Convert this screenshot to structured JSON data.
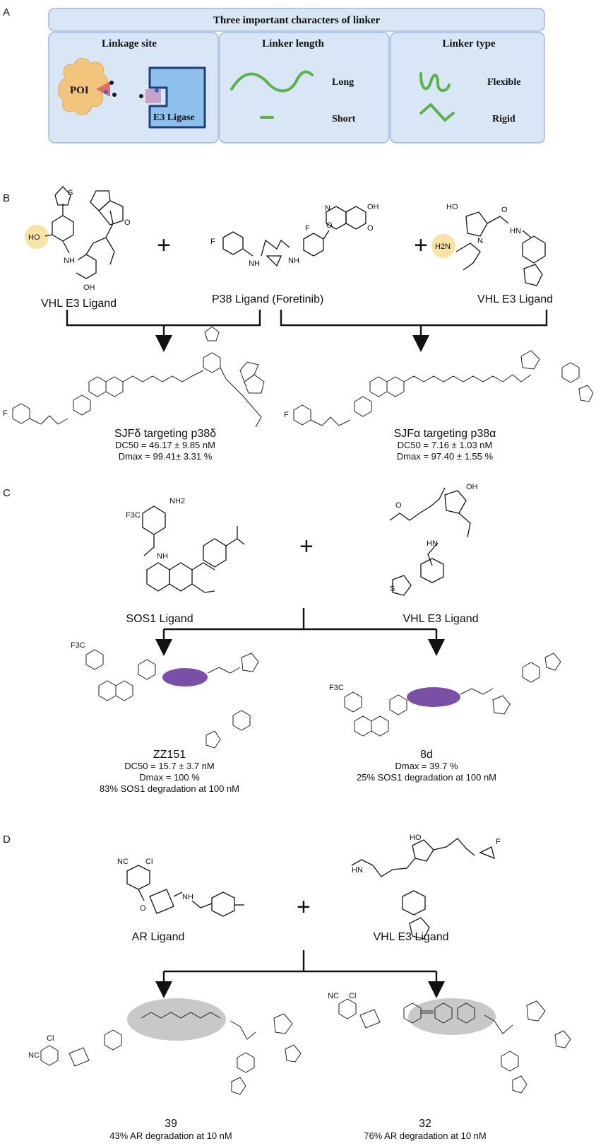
{
  "panels": {
    "A": {
      "letter": "A",
      "title": "Three important characters of linker",
      "columns": [
        {
          "heading": "Linkage site",
          "poi": "POI",
          "e3": "E3 Ligase"
        },
        {
          "heading": "Linker length",
          "items": [
            "Long",
            "Short"
          ]
        },
        {
          "heading": "Linker type",
          "items": [
            "Flexible",
            "Rigid"
          ]
        }
      ],
      "colors": {
        "box_fill": "#d8e6f6",
        "box_stroke": "#9fb8dd",
        "linker": "#5cb24a",
        "e3_fill": "#8ec2ec",
        "e3_stroke": "#1f3d7a",
        "poi_fill": "#f2c57c"
      }
    },
    "B": {
      "letter": "B",
      "labels": {
        "left": "VHL E3 Ligand",
        "middle": "P38 Ligand (Foretinib)",
        "right": "VHL E3 Ligand"
      },
      "atoms": {
        "ho": "HO",
        "h2n": "H2N",
        "nh": "NH",
        "f": "F",
        "n": "N",
        "o": "O",
        "oh": "OH",
        "s": "S",
        "hn": "HN"
      },
      "products": [
        {
          "name": "SJFδ targeting p38δ",
          "dc50": "DC50 = 46.17 ± 9.85 nM",
          "dmax": "Dmax = 99.41± 3.31 %"
        },
        {
          "name": "SJFα targeting p38α",
          "dc50": "DC50 = 7.16 ± 1.03 nM",
          "dmax": "Dmax = 97.40 ± 1.55 %"
        }
      ]
    },
    "C": {
      "letter": "C",
      "labels": {
        "left": "SOS1 Ligand",
        "right": "VHL E3 Ligand"
      },
      "atoms": {
        "f3c": "F3C",
        "nh2": "NH2"
      },
      "products": [
        {
          "name": "ZZ151",
          "lines": [
            "DC50 = 15.7 ± 3.7 nM",
            "Dmax = 100 %",
            "83% SOS1 degradation at 100 nM"
          ]
        },
        {
          "name": "8d",
          "lines": [
            "Dmax = 39.7 %",
            "25% SOS1 degradation at 100 nM"
          ]
        }
      ],
      "colors": {
        "linker_highlight": "#7a4fa8"
      }
    },
    "D": {
      "letter": "D",
      "labels": {
        "left": "AR Ligand",
        "right": "VHL E3 Ligand"
      },
      "atoms": {
        "nc": "NC",
        "cl": "Cl"
      },
      "products": [
        {
          "name": "39",
          "line": "43% AR degradation at 10 nM"
        },
        {
          "name": "32",
          "line": "76% AR degradation at 10 nM"
        }
      ],
      "colors": {
        "linker_highlight": "#c8c8c8"
      }
    }
  },
  "plus": "+",
  "highlight_color": "#f8e3a6"
}
